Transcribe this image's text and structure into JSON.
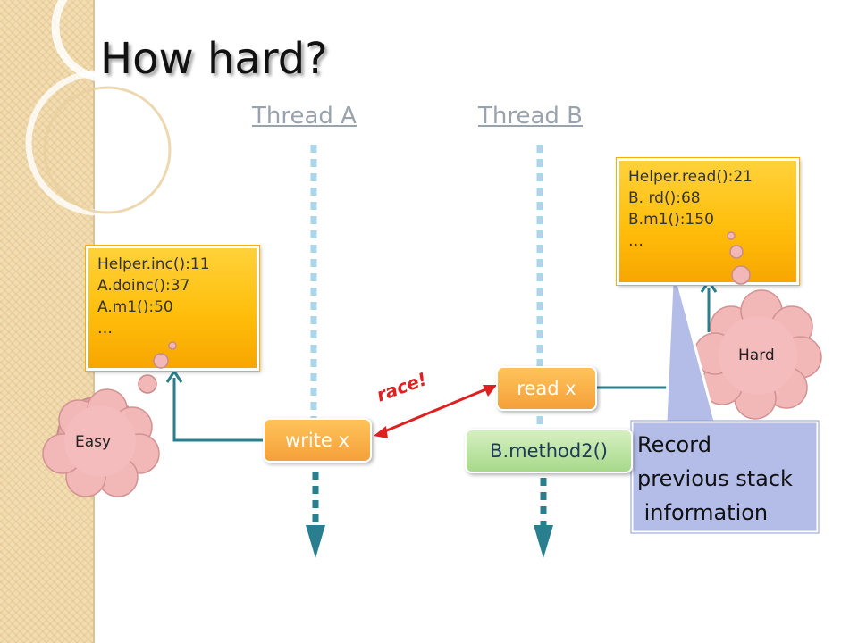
{
  "title": "How hard?",
  "threads": {
    "a": "Thread A",
    "b": "Thread B"
  },
  "stack_a": {
    "lines": [
      "Helper.inc():11",
      "A.doinc():37",
      "A.m1():50",
      "…"
    ]
  },
  "stack_b": {
    "lines": [
      "Helper.read():21",
      "B. rd():68",
      "B.m1():150",
      "…"
    ]
  },
  "events": {
    "write": "write x",
    "read": "read x",
    "method2": "B.method2()"
  },
  "race_label": "race!",
  "clouds": {
    "easy": "Easy",
    "hard": "Hard"
  },
  "callout": {
    "lines": [
      "Record",
      "previous stack",
      " information"
    ]
  },
  "colors": {
    "accent_orange": "#f5a03a",
    "stack_yellow": "#ffbe0b",
    "teal_arrow": "#2a7f8f",
    "race_red": "#e02020",
    "callout_blue": "#b3bde8"
  }
}
